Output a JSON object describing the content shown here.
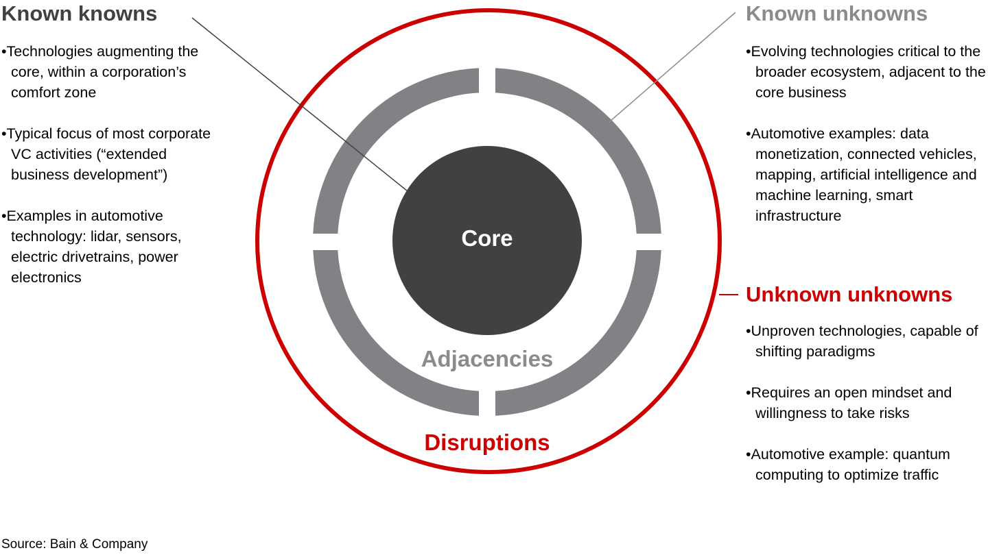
{
  "diagram": {
    "core_label": "Core",
    "adjacencies_label": "Adjacencies",
    "disruptions_label": "Disruptions",
    "colors": {
      "red": "#cc0000",
      "core": "#414143",
      "ring": "#818285",
      "gray_title": "#8a8b8e",
      "dark_title": "#414143"
    }
  },
  "known_knowns": {
    "title": "Known knowns",
    "bullets": [
      "Technologies augmenting the core, within a corporation’s comfort zone",
      "Typical focus of most corporate VC activities (“extended business development”)",
      "Examples in automotive technology: lidar, sensors, electric drivetrains, power electronics"
    ]
  },
  "known_unknowns": {
    "title": "Known unknowns",
    "bullets": [
      "Evolving technologies critical to the broader ecosystem, adjacent to the core business",
      "Automotive examples: data monetization, connected vehicles, mapping, artificial intelligence and machine learning, smart infrastructure"
    ]
  },
  "unknown_unknowns": {
    "title": "Unknown unknowns",
    "bullets": [
      "Unproven technologies, capable of shifting paradigms",
      "Requires an open mindset and willingness to take risks",
      "Automotive example: quantum computing to optimize traffic"
    ]
  },
  "source": "Source: Bain & Company"
}
